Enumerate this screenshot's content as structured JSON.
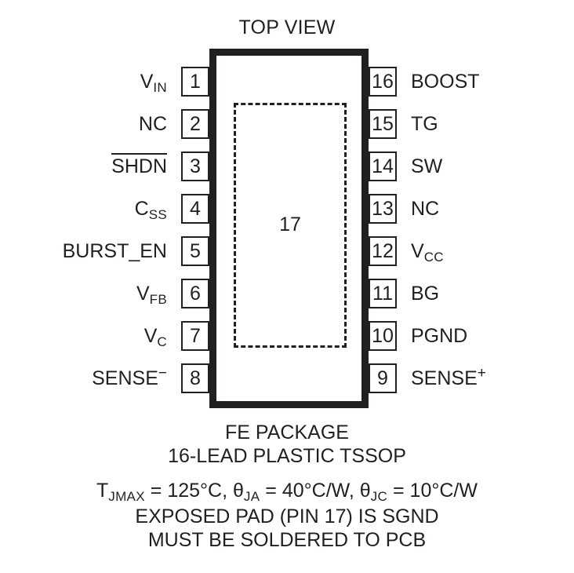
{
  "diagram": {
    "title": "TOP VIEW",
    "exposed_pad_number": "17",
    "colors": {
      "ink": "#231f20",
      "background": "#ffffff"
    }
  },
  "pins": {
    "left": [
      {
        "number": "1",
        "label": "VIN",
        "base": "V",
        "sub": "IN",
        "sup": "",
        "overline": false
      },
      {
        "number": "2",
        "label": "NC",
        "base": "NC",
        "sub": "",
        "sup": "",
        "overline": false
      },
      {
        "number": "3",
        "label": "SHDN",
        "base": "SHDN",
        "sub": "",
        "sup": "",
        "overline": true
      },
      {
        "number": "4",
        "label": "CSS",
        "base": "C",
        "sub": "SS",
        "sup": "",
        "overline": false
      },
      {
        "number": "5",
        "label": "BURST_EN",
        "base": "BURST_EN",
        "sub": "",
        "sup": "",
        "overline": false
      },
      {
        "number": "6",
        "label": "VFB",
        "base": "V",
        "sub": "FB",
        "sup": "",
        "overline": false
      },
      {
        "number": "7",
        "label": "VC",
        "base": "V",
        "sub": "C",
        "sup": "",
        "overline": false
      },
      {
        "number": "8",
        "label": "SENSE-",
        "base": "SENSE",
        "sub": "",
        "sup": "−",
        "overline": false
      }
    ],
    "right": [
      {
        "number": "16",
        "label": "BOOST",
        "base": "BOOST",
        "sub": "",
        "sup": "",
        "overline": false
      },
      {
        "number": "15",
        "label": "TG",
        "base": "TG",
        "sub": "",
        "sup": "",
        "overline": false
      },
      {
        "number": "14",
        "label": "SW",
        "base": "SW",
        "sub": "",
        "sup": "",
        "overline": false
      },
      {
        "number": "13",
        "label": "NC",
        "base": "NC",
        "sub": "",
        "sup": "",
        "overline": false
      },
      {
        "number": "12",
        "label": "VCC",
        "base": "V",
        "sub": "CC",
        "sup": "",
        "overline": false
      },
      {
        "number": "11",
        "label": "BG",
        "base": "BG",
        "sub": "",
        "sup": "",
        "overline": false
      },
      {
        "number": "10",
        "label": "PGND",
        "base": "PGND",
        "sub": "",
        "sup": "",
        "overline": false
      },
      {
        "number": "9",
        "label": "SENSE+",
        "base": "SENSE",
        "sub": "",
        "sup": "+",
        "overline": false
      }
    ]
  },
  "caption": {
    "package_name": "FE PACKAGE",
    "package_type": "16-LEAD PLASTIC TSSOP",
    "thermal_prefix": "T",
    "thermal_sub1": "JMAX",
    "thermal_mid1": " = 125°C, θ",
    "thermal_sub2": "JA",
    "thermal_mid2": " = 40°C/W, θ",
    "thermal_sub3": "JC",
    "thermal_end": " = 10°C/W",
    "exposed_pad_note": "EXPOSED PAD (PIN 17) IS SGND",
    "solder_note": "MUST BE SOLDERED TO PCB"
  }
}
